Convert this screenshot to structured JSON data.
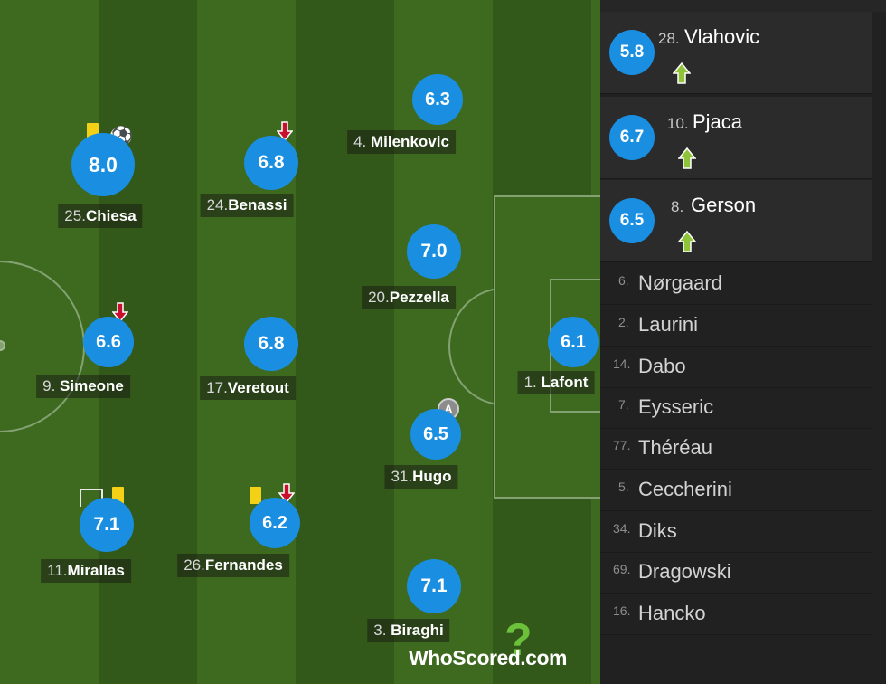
{
  "home_players": [
    {
      "id": "chiesa",
      "num": "25.",
      "name": "Chiesa",
      "rating": "8.0"
    },
    {
      "id": "benassi",
      "num": "24.",
      "name": "Benassi",
      "rating": "6.8"
    },
    {
      "id": "milenkovic",
      "num": "4. ",
      "name": "Milenkovic",
      "rating": "6.3"
    },
    {
      "id": "pezzella",
      "num": "20.",
      "name": "Pezzella",
      "rating": "7.0"
    },
    {
      "id": "simeone",
      "num": "9. ",
      "name": "Simeone",
      "rating": "6.6"
    },
    {
      "id": "veretout",
      "num": "17.",
      "name": "Veretout",
      "rating": "6.8"
    },
    {
      "id": "lafont",
      "num": "1. ",
      "name": "Lafont",
      "rating": "6.1"
    },
    {
      "id": "hugo",
      "num": "31.",
      "name": "Hugo",
      "rating": "6.5",
      "captain": "A"
    },
    {
      "id": "mirallas",
      "num": "11.",
      "name": "Mirallas",
      "rating": "7.1"
    },
    {
      "id": "fernandes",
      "num": "26.",
      "name": "Fernandes",
      "rating": "6.2"
    },
    {
      "id": "biraghi",
      "num": "3. ",
      "name": "Biraghi",
      "rating": "7.1"
    }
  ],
  "subs_used": [
    {
      "num": "28.",
      "name": "Vlahovic",
      "rating": "5.8"
    },
    {
      "num": "10.",
      "name": "Pjaca",
      "rating": "6.7"
    },
    {
      "num": "8. ",
      "name": "Gerson",
      "rating": "6.5"
    }
  ],
  "bench": [
    {
      "num": "6.",
      "name": "Nørgaard"
    },
    {
      "num": "2.",
      "name": "Laurini"
    },
    {
      "num": "14.",
      "name": "Dabo"
    },
    {
      "num": "7.",
      "name": "Eysseric"
    },
    {
      "num": "77.",
      "name": "Théréau"
    },
    {
      "num": "5.",
      "name": "Ceccherini"
    },
    {
      "num": "34.",
      "name": "Diks"
    },
    {
      "num": "69.",
      "name": "Dragowski"
    },
    {
      "num": "16.",
      "name": "Hancko"
    }
  ],
  "branding": {
    "logo_text": "WhoScored",
    "logo_suffix": ".com",
    "logo_mark": "?"
  },
  "colors": {
    "rating_badge": "#1a8ee1",
    "yellow_card": "#f4d017",
    "sub_out": "#c8102e",
    "sub_in": "#8fc43a",
    "pitch_light": "#3d6a1f",
    "pitch_dark": "#33591a"
  },
  "icons": [
    "yellow-card-icon",
    "goal-ball-icon",
    "sub-out-arrow-icon",
    "sub-in-arrow-icon",
    "captain-icon",
    "assist-goal-icon"
  ]
}
